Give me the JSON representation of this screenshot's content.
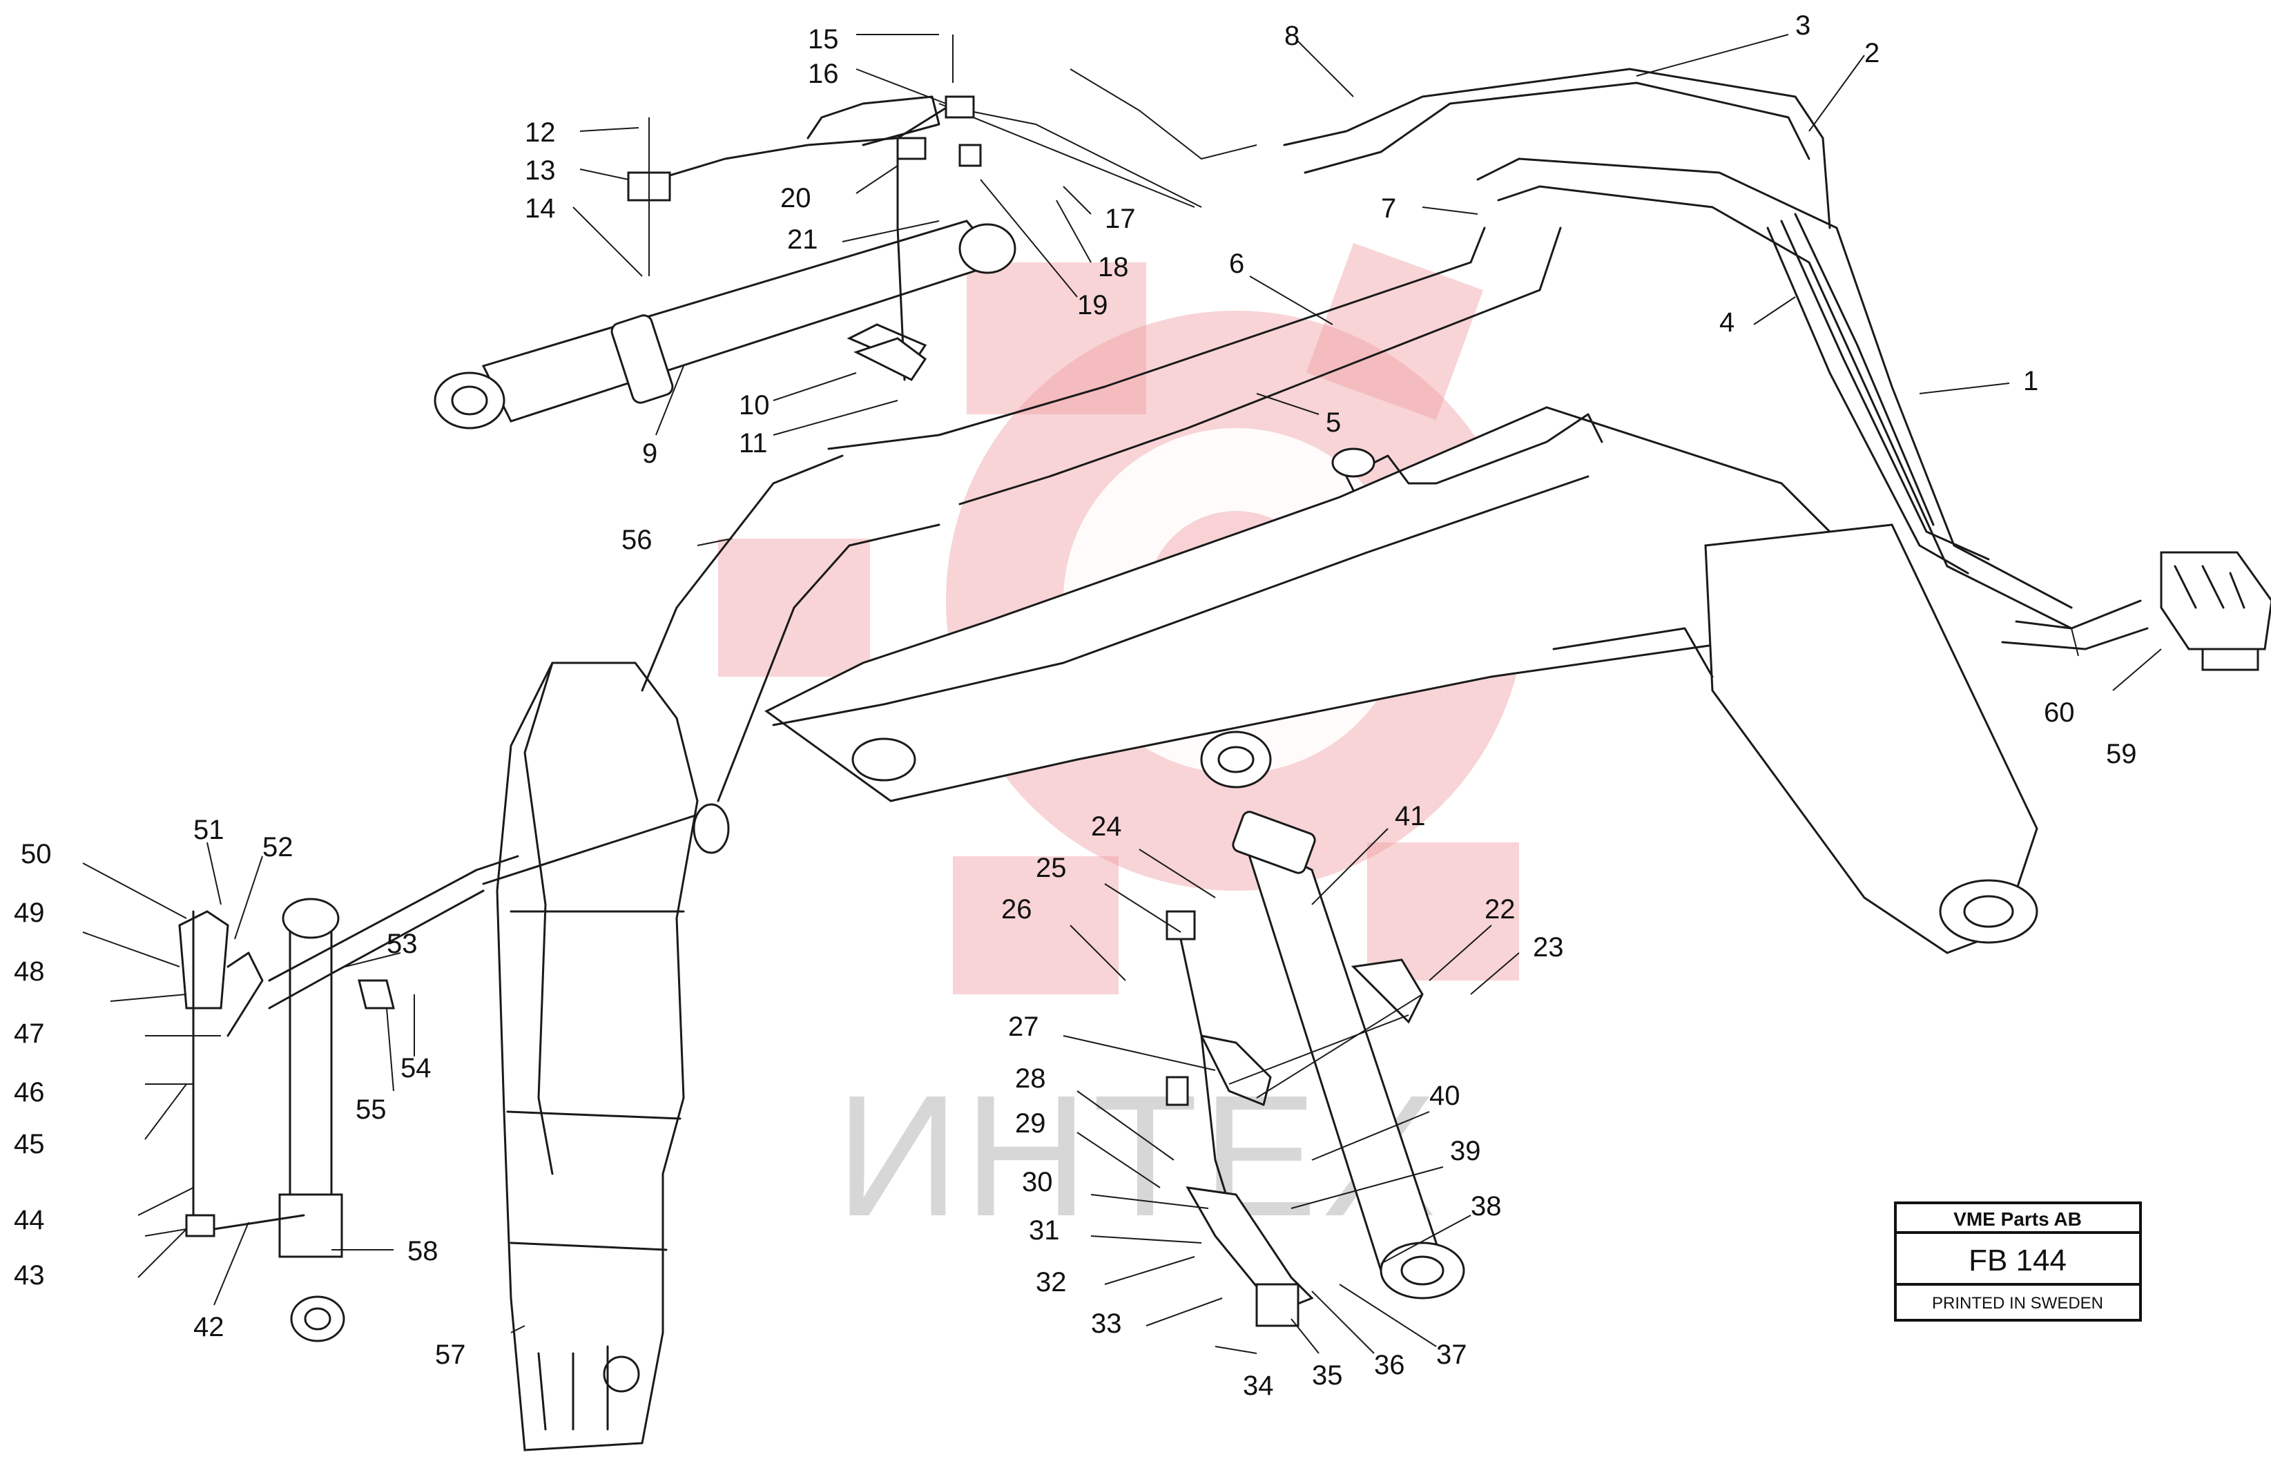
{
  "labels": {
    "l1": "1",
    "l2": "2",
    "l3": "3",
    "l4": "4",
    "l5": "5",
    "l6": "6",
    "l7": "7",
    "l8": "8",
    "l9": "9",
    "l10": "10",
    "l11": "11",
    "l12": "12",
    "l13": "13",
    "l14": "14",
    "l15": "15",
    "l16": "16",
    "l17": "17",
    "l18": "18",
    "l19": "19",
    "l20": "20",
    "l21": "21",
    "l22": "22",
    "l23": "23",
    "l24": "24",
    "l25": "25",
    "l26": "26",
    "l27": "27",
    "l28": "28",
    "l29": "29",
    "l30": "30",
    "l31": "31",
    "l32": "32",
    "l33": "33",
    "l34": "34",
    "l35": "35",
    "l36": "36",
    "l37": "37",
    "l38": "38",
    "l39": "39",
    "l40": "40",
    "l41": "41",
    "l42": "42",
    "l43": "43",
    "l44": "44",
    "l45": "45",
    "l46": "46",
    "l47": "47",
    "l48": "48",
    "l49": "49",
    "l50": "50",
    "l51": "51",
    "l52": "52",
    "l53": "53",
    "l54": "54",
    "l55": "55",
    "l56": "56",
    "l57": "57",
    "l58": "58",
    "l59": "59",
    "l60": "60"
  },
  "title_block": {
    "company": "VME Parts AB",
    "code": "FB 144",
    "printed": "PRINTED IN SWEDEN"
  },
  "watermark": {
    "text": "ИНТЕХ",
    "color": "#e8868c"
  }
}
